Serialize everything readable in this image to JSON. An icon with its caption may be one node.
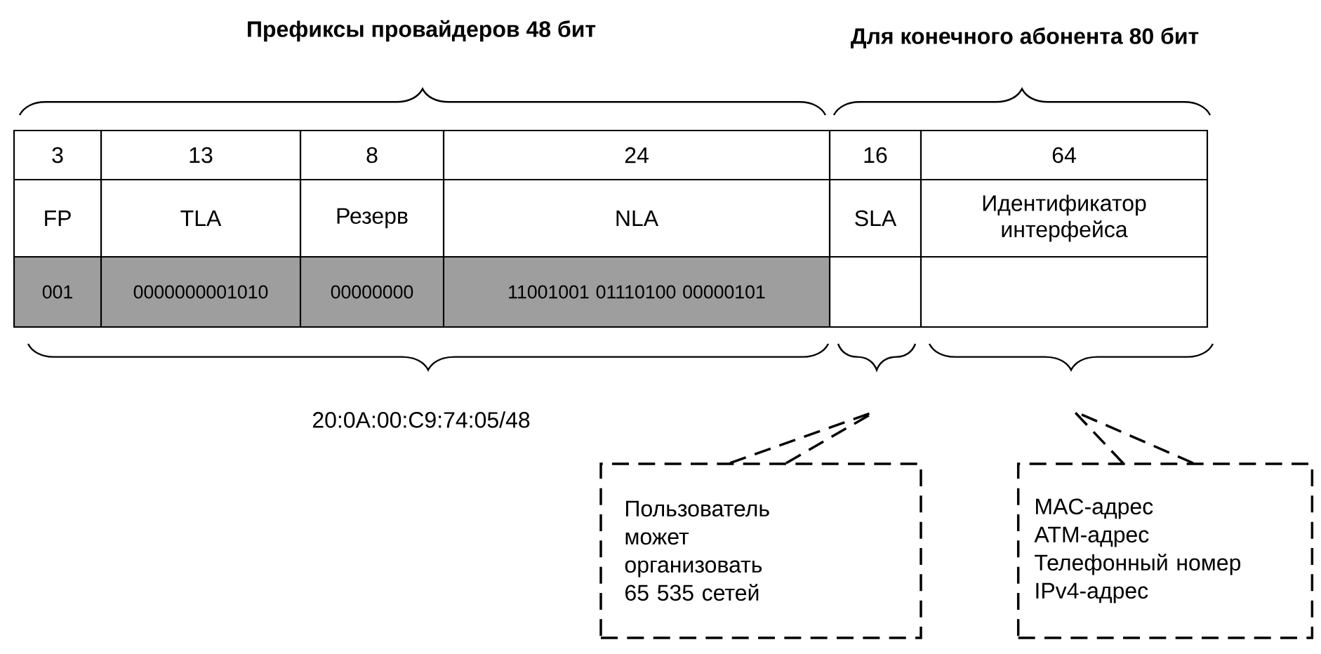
{
  "diagram": {
    "nodes": [
      {
        "text": [
          "Пользователь может организовать 65 535 сетей"
        ]
      },
      {
        "text": [
          "MAC-адрес",
          "ATM-адрес",
          "Телефонный номер",
          "IPv4-адрес"
        ]
      }
    ],
    "edges": [
      {
        "from": 0,
        "to": null,
        "arrow": "none",
        "style": "dashed"
      },
      {
        "from": 1,
        "to": null,
        "arrow": "none",
        "style": "dashed"
      }
    ],
    "labels": [
      "Префиксы провайдеров 48 бит",
      "Для конечного абонента 80 бит",
      "3",
      "13",
      "8",
      "24",
      "16",
      "64",
      "FP",
      "TLA",
      "Резерв",
      "NLA",
      "SLA",
      "Идентификатор интерфейса",
      "001",
      "0000000001010",
      "00000000",
      "11001001 01110100 00000101",
      "20:0A:00:C9:74:05/48"
    ]
  }
}
